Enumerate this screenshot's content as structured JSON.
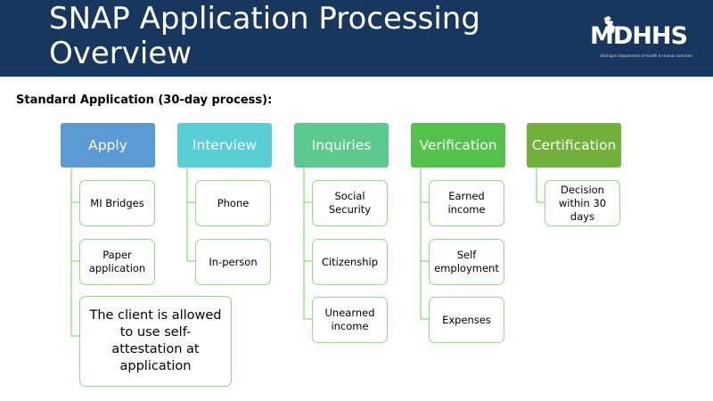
{
  "slide": {
    "title_line1": "SNAP Application Processing",
    "title_line2": "Overview",
    "subtitle": "Standard Application (30-day process):",
    "logo": {
      "text": "MDHHS",
      "subtext": "Michigan Department of Health & Human Services"
    }
  },
  "colors": {
    "header_bg": "#17375e",
    "apply": "#5b9bd5",
    "interview": "#57cfd4",
    "inquiries": "#5cc98f",
    "verification": "#54c24a",
    "certification": "#72b03c",
    "connector": "#8fdf7f"
  },
  "columns": [
    {
      "label": "Apply",
      "color": "#5b9bd5",
      "items": [
        "MI Bridges",
        "Paper application",
        "The client is allowed to use self-attestation at application"
      ]
    },
    {
      "label": "Interview",
      "color": "#57cfd4",
      "items": [
        "Phone",
        "In-person"
      ]
    },
    {
      "label": "Inquiries",
      "color": "#5cc98f",
      "items": [
        "Social Security",
        "Citizenship",
        "Unearned income"
      ]
    },
    {
      "label": "Verification",
      "color": "#54c24a",
      "items": [
        "Earned income",
        "Self employment",
        "Expenses"
      ]
    },
    {
      "label": "Certification",
      "color": "#72b03c",
      "items": [
        "Decision within 30 days"
      ]
    }
  ]
}
